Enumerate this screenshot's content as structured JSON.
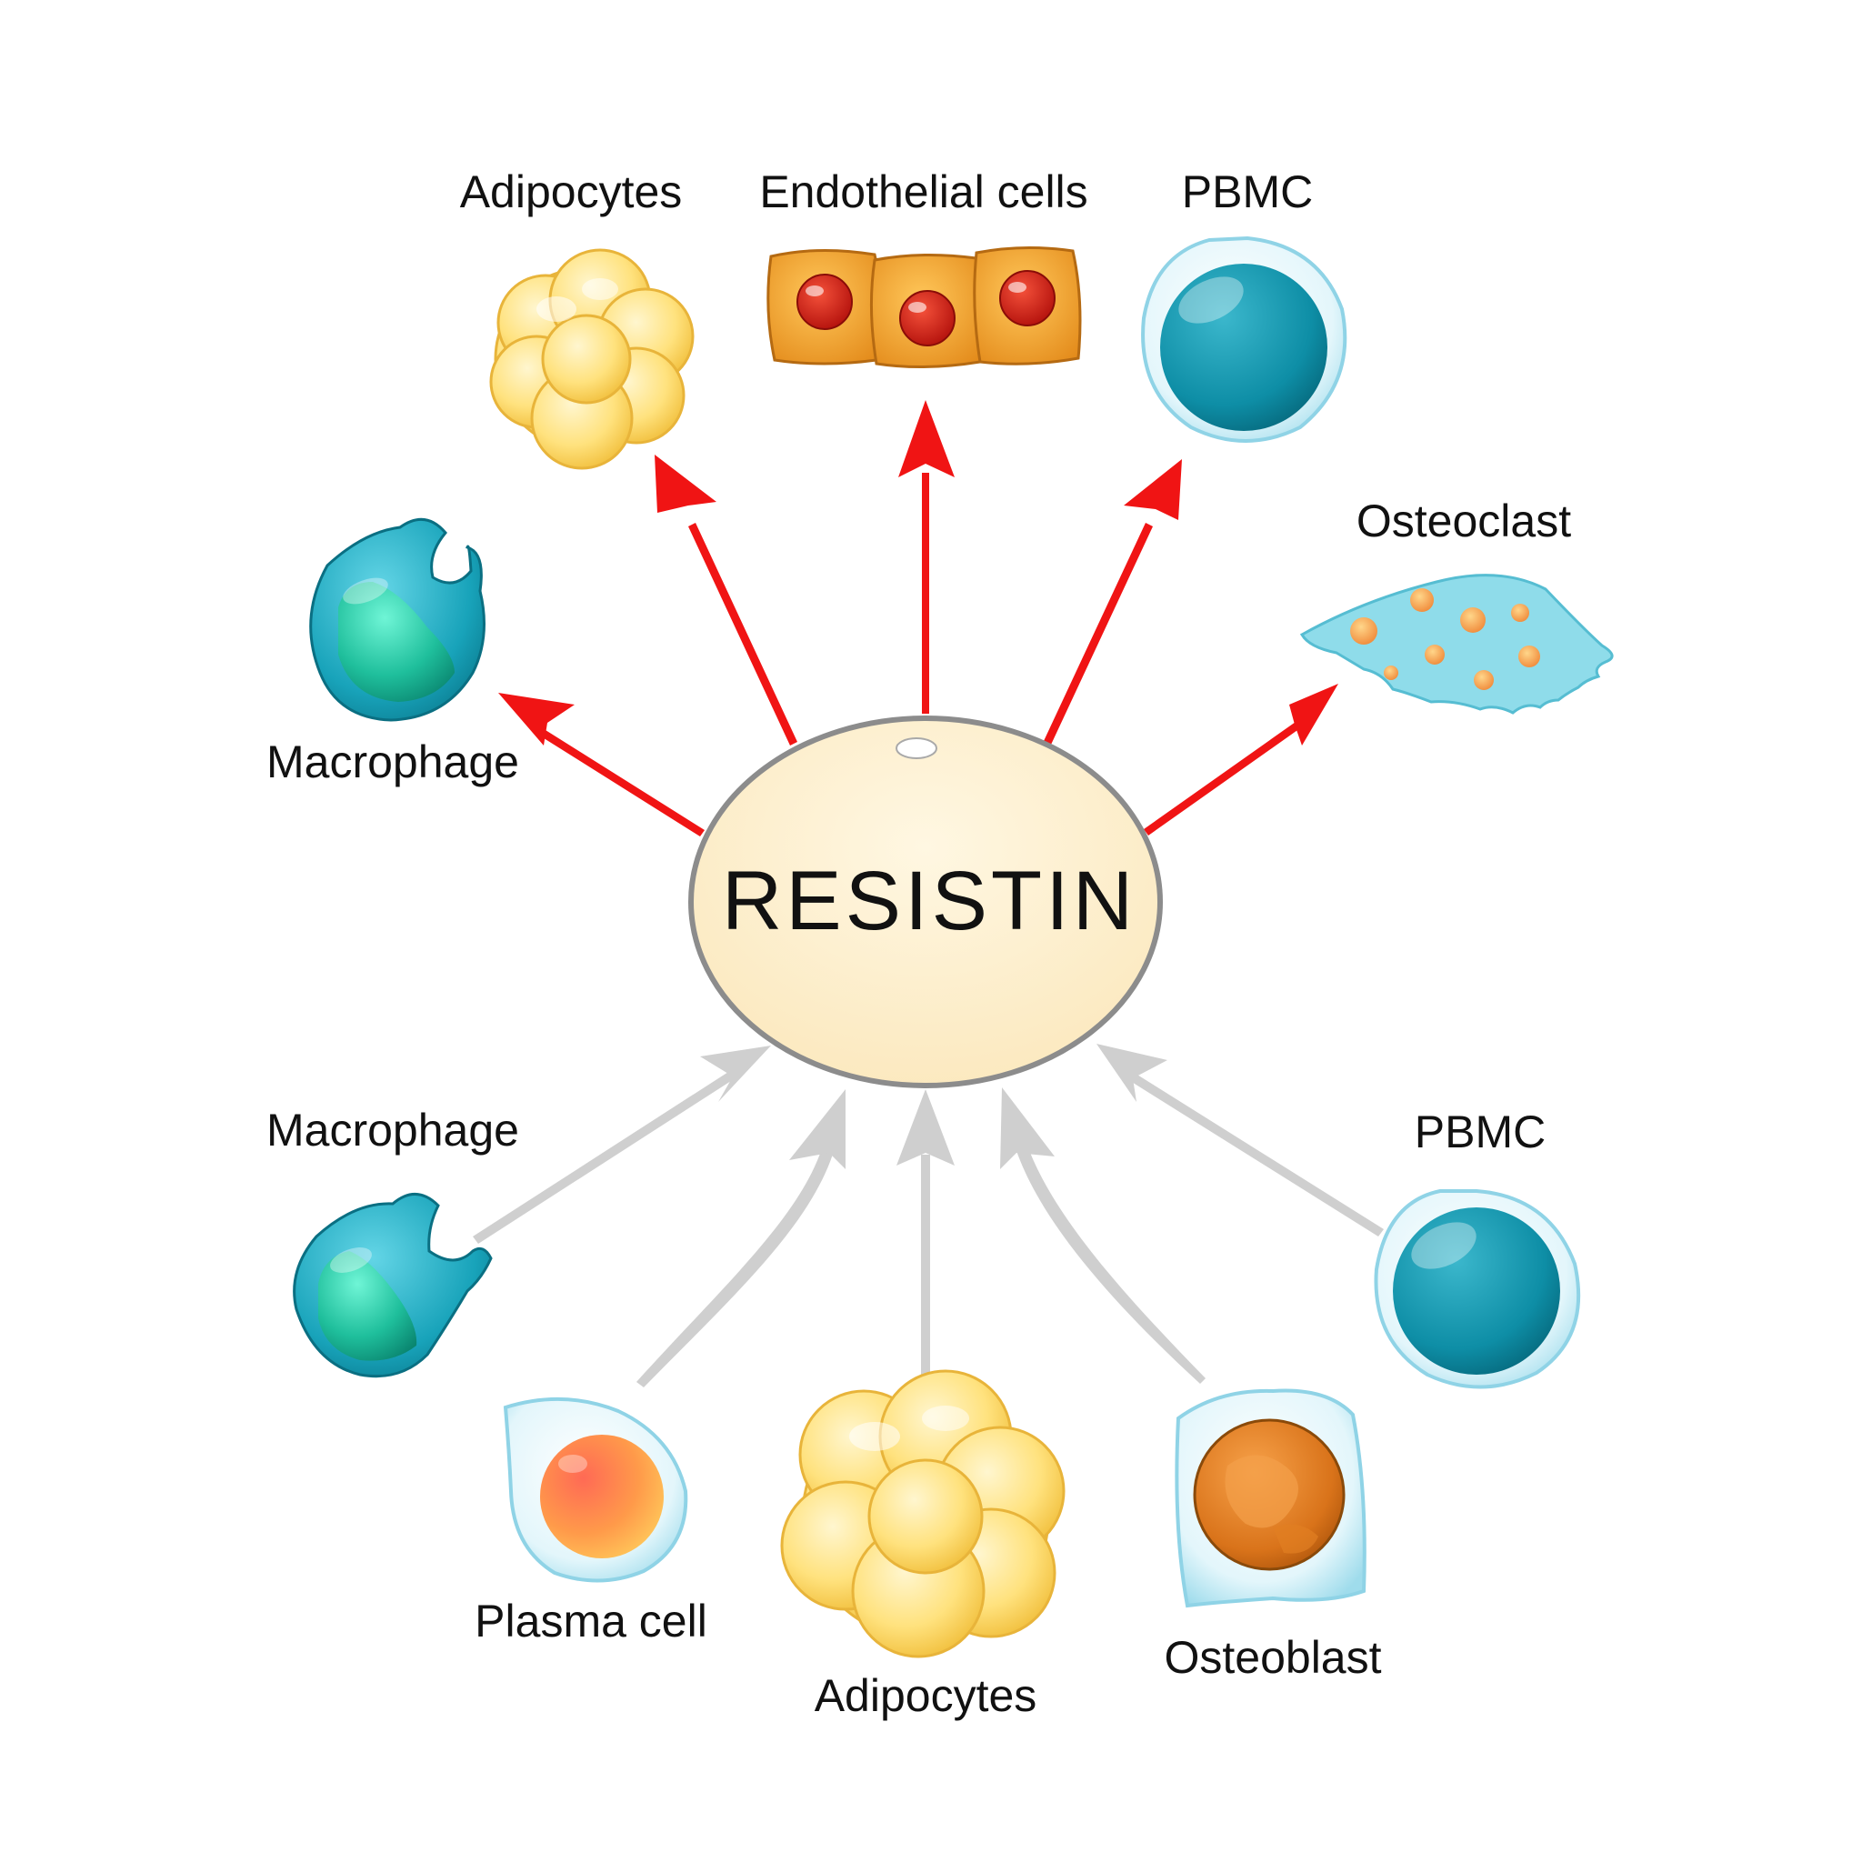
{
  "center": {
    "label": "RESISTIN"
  },
  "targets": [
    {
      "id": "adipocytes-top",
      "label": "Adipocytes"
    },
    {
      "id": "endothelial",
      "label": "Endothelial cells"
    },
    {
      "id": "pbmc-top",
      "label": "PBMC"
    },
    {
      "id": "osteoclast",
      "label": "Osteoclast"
    },
    {
      "id": "macrophage-top",
      "label": "Macrophage"
    }
  ],
  "sources": [
    {
      "id": "macrophage-bottom",
      "label": "Macrophage"
    },
    {
      "id": "plasma-cell",
      "label": "Plasma cell"
    },
    {
      "id": "adipocytes-bottom",
      "label": "Adipocytes"
    },
    {
      "id": "osteoblast",
      "label": "Osteoblast"
    },
    {
      "id": "pbmc-bottom",
      "label": "PBMC"
    }
  ],
  "colors": {
    "output_arrow": "#f01414",
    "input_arrow": "#cfcfcf",
    "center_fill": "#fcefd0",
    "center_stroke": "#8c8c8c"
  }
}
